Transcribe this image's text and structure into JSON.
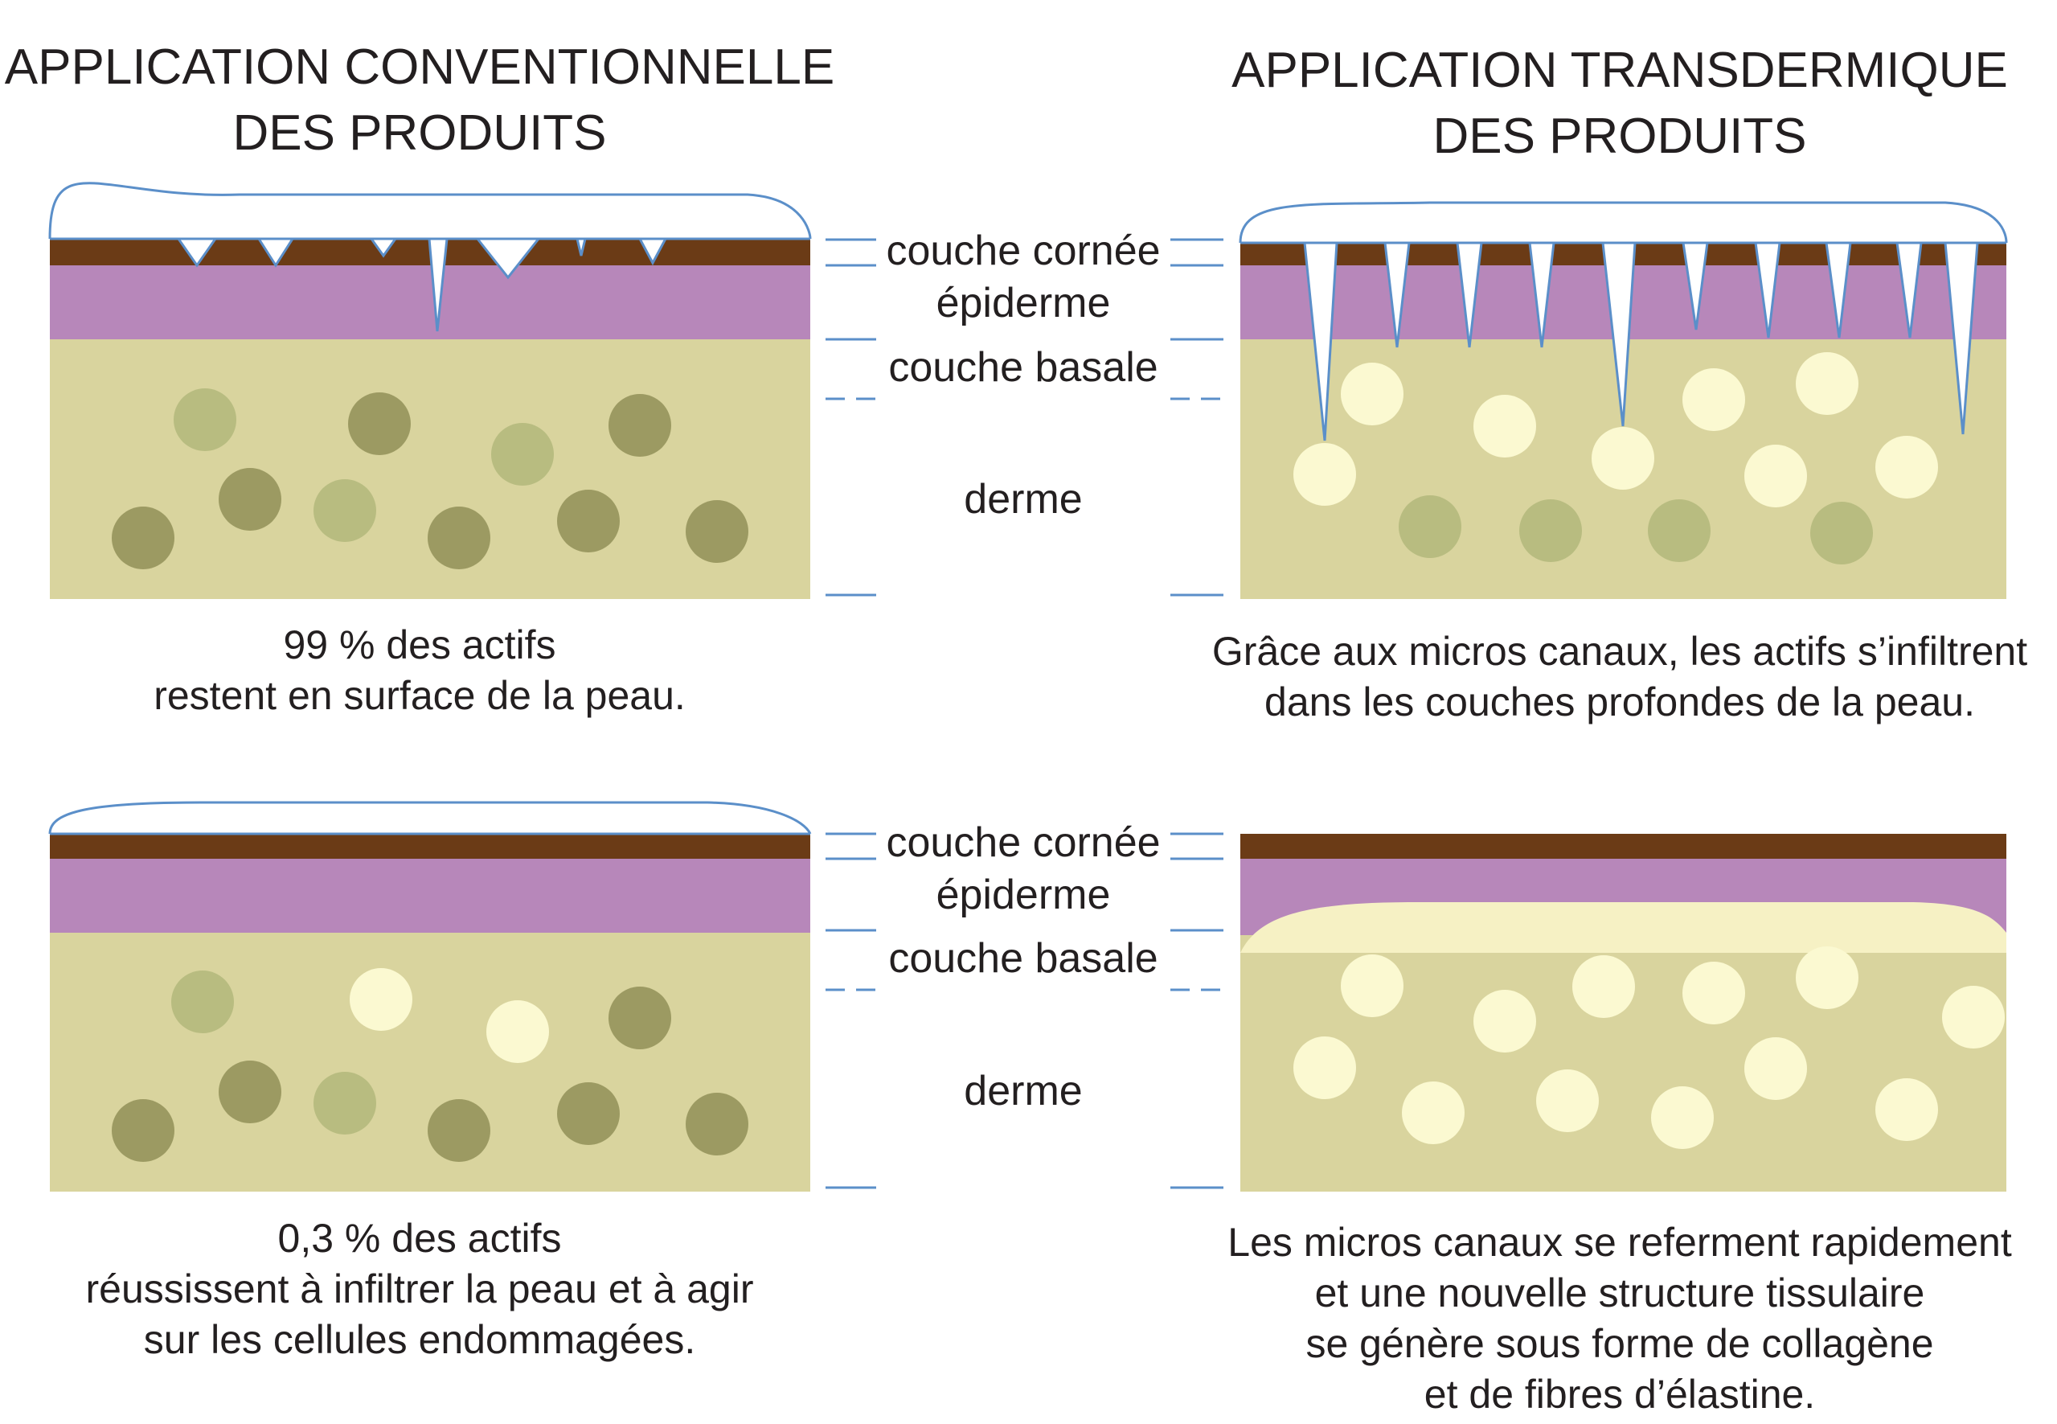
{
  "headings": {
    "left_line1": "APPLICATION CONVENTIONNELLE",
    "left_line2": "DES PRODUITS",
    "right_line1": "APPLICATION TRANSDERMIQUE",
    "right_line2": "DES PRODUITS"
  },
  "layer_labels": {
    "top": {
      "stratum_corneum": "couche cornée",
      "epidermis": "épiderme",
      "basal_layer": "couche basale",
      "dermis": "derme"
    },
    "bottom": {
      "stratum_corneum": "couche cornée",
      "epidermis": "épiderme",
      "basal_layer": "couche basale",
      "dermis": "derme"
    }
  },
  "captions": {
    "top_left": [
      "99 % des actifs",
      "restent en surface de la peau."
    ],
    "top_right": [
      "Grâce aux micros canaux, les actifs s’infiltrent",
      "dans les couches profondes de la peau."
    ],
    "bottom_left": [
      "0,3 % des actifs",
      "réussissent à infiltrer la peau et à agir",
      "sur les cellules endommagées."
    ],
    "bottom_right": [
      "Les micros canaux se referment rapidement",
      "et une nouvelle structure tissulaire",
      "se génère sous forme de collagène",
      "et de fibres d’élastine."
    ]
  },
  "colors": {
    "stratum_corneum": "#6b3b16",
    "epidermis": "#b787ba",
    "dermis": "#d9d49e",
    "cell_dark": "#9c9a62",
    "cell_medium": "#b8bc80",
    "cell_light": "#fbf9d1",
    "product_outline": "#5b8fc9",
    "new_tissue": "#f6f1c4"
  }
}
